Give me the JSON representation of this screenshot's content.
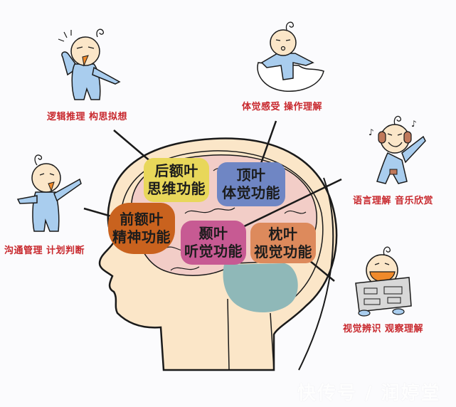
{
  "lobes": [
    {
      "id": "posterior-frontal",
      "name": "后额叶",
      "function": "思维功能",
      "color": "#e8d75a"
    },
    {
      "id": "parietal",
      "name": "顶叶",
      "function": "体觉功能",
      "color": "#6f86c4"
    },
    {
      "id": "prefrontal",
      "name": "前额叶",
      "function": "精神功能",
      "color": "#c9621e"
    },
    {
      "id": "temporal",
      "name": "颞叶",
      "function": "听觉功能",
      "color": "#c75a93"
    },
    {
      "id": "occipital",
      "name": "枕叶",
      "function": "视觉功能",
      "color": "#dd8a5c"
    }
  ],
  "captions": {
    "posterior_frontal": "逻辑推理  构思拟想",
    "parietal": "体觉感受  操作理解",
    "prefrontal": "沟通管理  计划判断",
    "temporal": "语言理解  音乐欣赏",
    "occipital": "视觉辨识  观察理解"
  },
  "colors": {
    "caption": "#c8282d",
    "skin": "#fbe6c8",
    "brain": "#f2cdc7",
    "cerebellum": "#8fb8b8",
    "baby_suit": "#a9cdee",
    "outline": "#1a1a1a"
  },
  "watermark": "快传号 / 润婷堂"
}
